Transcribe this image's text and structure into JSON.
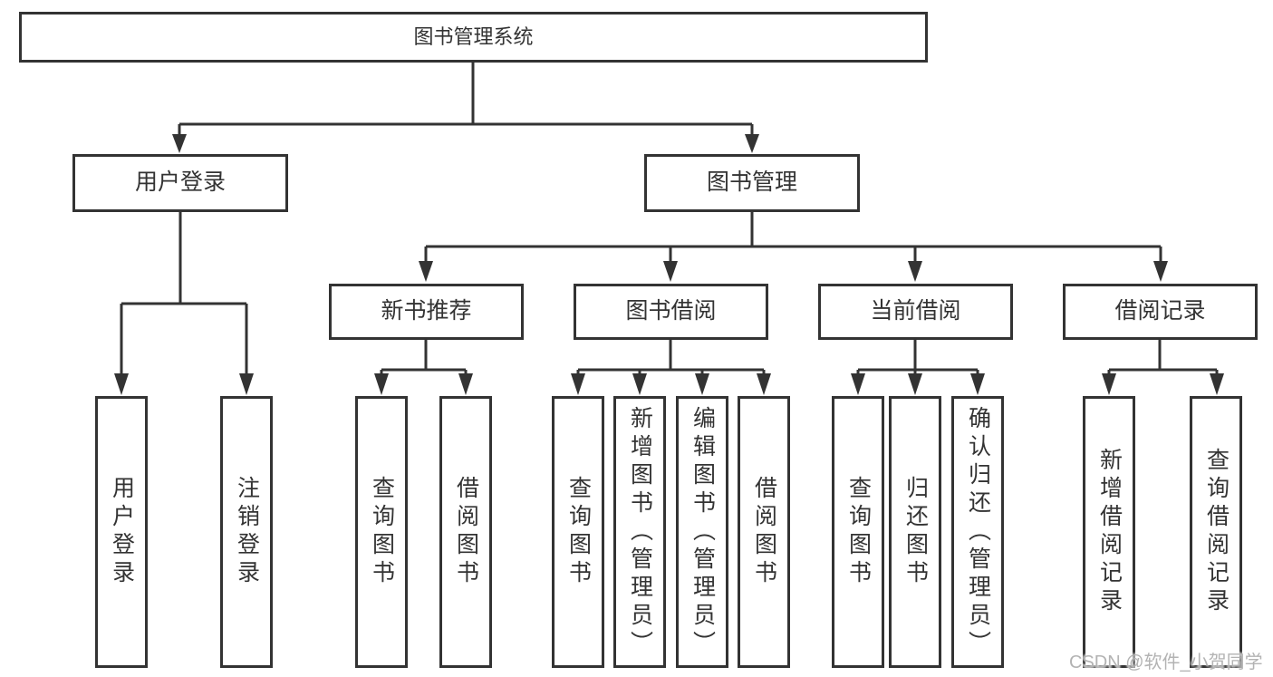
{
  "colors": {
    "line": "#333333",
    "box_border": "#333333",
    "box_background": "#ffffff",
    "text": "#333333",
    "watermark_text_color": "#b3b3b3"
  },
  "watermark": {
    "text": "CSDN @软件_小贺同学"
  },
  "tree": {
    "label": "图书管理系统",
    "children": [
      {
        "label": "用户登录",
        "children": [
          {
            "label": "用户登录"
          },
          {
            "label": "注销登录"
          }
        ]
      },
      {
        "label": "图书管理",
        "children": [
          {
            "label": "新书推荐",
            "children": [
              {
                "label": "查询图书"
              },
              {
                "label": "借阅图书"
              }
            ]
          },
          {
            "label": "图书借阅",
            "children": [
              {
                "label": "查询图书"
              },
              {
                "label": "新增图书（管理员）"
              },
              {
                "label": "编辑图书（管理员）"
              },
              {
                "label": "借阅图书"
              }
            ]
          },
          {
            "label": "当前借阅",
            "children": [
              {
                "label": "查询图书"
              },
              {
                "label": "归还图书"
              },
              {
                "label": "确认归还（管理员）"
              }
            ]
          },
          {
            "label": "借阅记录",
            "children": [
              {
                "label": "新增借阅记录"
              },
              {
                "label": "查询借阅记录"
              }
            ]
          }
        ]
      }
    ]
  }
}
